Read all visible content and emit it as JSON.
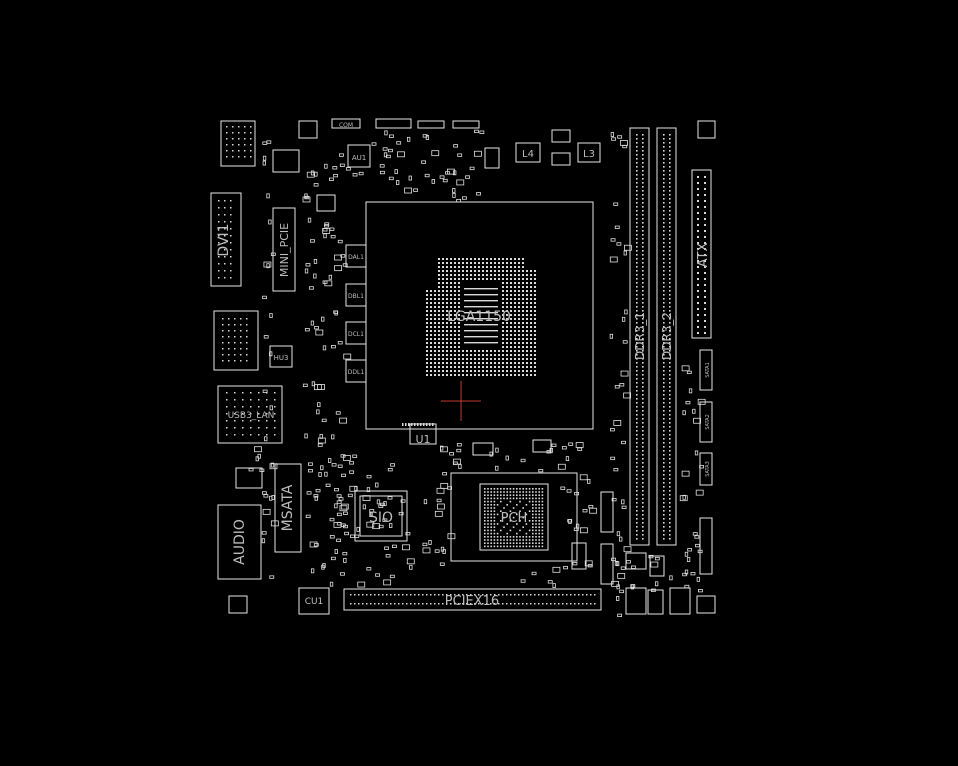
{
  "board": {
    "colors": {
      "background": "#000000",
      "outline": "#e6e6e6",
      "label": "#bdbdbd",
      "marker": "#c0392b"
    },
    "labels": {
      "dvi": "DVI1",
      "mini_pcie": "MINI_PCIE",
      "usb_lan": "USB3_LAN",
      "msata": "MSATA",
      "audio": "AUDIO",
      "sio": "SIO",
      "cpu_socket": "LGA1150",
      "pch": "PCH",
      "pciex16": "PCIEX16",
      "ddr3_1": "DDR3_1",
      "ddr3_2": "DDR3_2",
      "atx": "ATX",
      "u1": "U1",
      "cu1": "CU1",
      "l4": "L4",
      "l3": "L3",
      "hu3": "HU3",
      "au1": "AU1",
      "dal1": "DAL1",
      "dbl1": "DBL1",
      "dcl1": "DCL1",
      "ddl1": "DDL1",
      "com": "COM",
      "sata1": "SATA1",
      "sata2": "SATA2",
      "sata3": "SATA3"
    }
  }
}
